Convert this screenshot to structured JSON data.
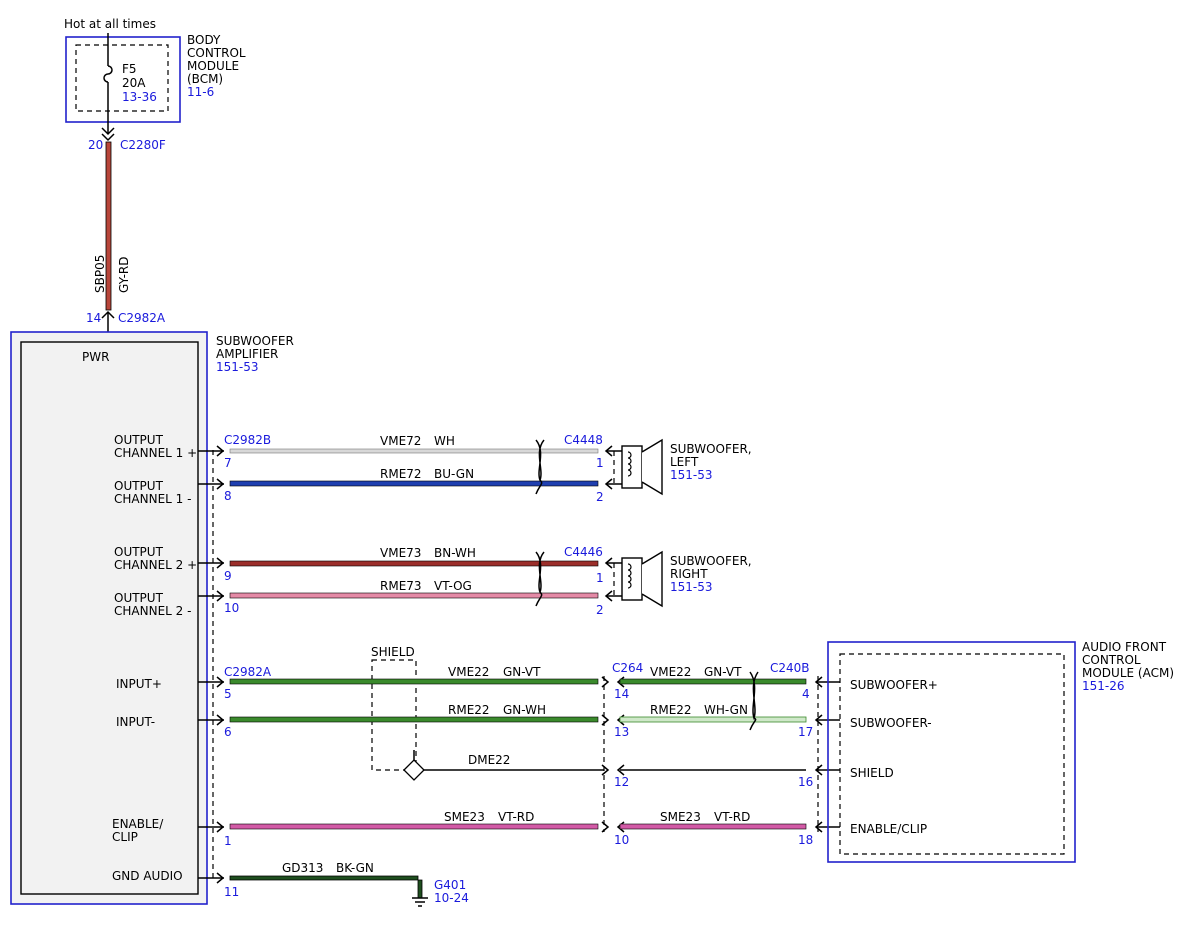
{
  "colors": {
    "connector": "#1a1adc",
    "box_border": "#2222cc",
    "wire_gy_rd": "#b8453a",
    "wire_wh": "#d8d8d8",
    "wire_bu_gn": "#1f3fb0",
    "wire_bn_wh": "#9b2e2a",
    "wire_vt_og": "#e48aa6",
    "wire_gn_vt": "#3a8a2c",
    "wire_gn_wh": "#3a8a2c",
    "wire_wh_gn": "#cfe8c9",
    "wire_bk": "#000000",
    "wire_vt_rd": "#d25aa6",
    "wire_bk_gn": "#1f4f1f"
  },
  "power": {
    "label": "Hot at all times",
    "fuse_name": "F5",
    "fuse_rating": "20A",
    "fuse_ref": "13-36"
  },
  "bcm": {
    "title_lines": [
      "BODY",
      "CONTROL",
      "MODULE",
      "(BCM)"
    ],
    "ref": "11-6"
  },
  "bcm_connector": {
    "pin": "20",
    "name": "C2280F"
  },
  "power_wire": {
    "circuit": "SBP05",
    "color": "GY-RD"
  },
  "amp_power_connector": {
    "pin": "14",
    "name": "C2982A"
  },
  "amplifier": {
    "title_lines": [
      "SUBWOOFER",
      "AMPLIFIER"
    ],
    "ref": "151-53",
    "pwr_label": "PWR",
    "pins": [
      {
        "lines": [
          "OUTPUT",
          "CHANNEL 1 +"
        ]
      },
      {
        "lines": [
          "OUTPUT",
          "CHANNEL 1 -"
        ]
      },
      {
        "lines": [
          "OUTPUT",
          "CHANNEL 2 +"
        ]
      },
      {
        "lines": [
          "OUTPUT",
          "CHANNEL 2 -"
        ]
      },
      {
        "lines": [
          "INPUT+"
        ]
      },
      {
        "lines": [
          "INPUT-"
        ]
      },
      {
        "lines": [
          "ENABLE/",
          "CLIP"
        ]
      },
      {
        "lines": [
          "GND AUDIO"
        ]
      }
    ]
  },
  "left_speaker": {
    "amp_connector": "C2982B",
    "speaker_connector": "C4448",
    "wires": [
      {
        "circuit": "VME72",
        "color": "WH",
        "amp_pin": "7",
        "spk_pin": "1"
      },
      {
        "circuit": "RME72",
        "color": "BU-GN",
        "amp_pin": "8",
        "spk_pin": "2"
      }
    ],
    "title_lines": [
      "SUBWOOFER,",
      "LEFT"
    ],
    "ref": "151-53"
  },
  "right_speaker": {
    "speaker_connector": "C4446",
    "wires": [
      {
        "circuit": "VME73",
        "color": "BN-WH",
        "amp_pin": "9",
        "spk_pin": "1"
      },
      {
        "circuit": "RME73",
        "color": "VT-OG",
        "amp_pin": "10",
        "spk_pin": "2"
      }
    ],
    "title_lines": [
      "SUBWOOFER,",
      "RIGHT"
    ],
    "ref": "151-53"
  },
  "input_section": {
    "amp_connector": "C2982A",
    "inline_connector": "C264",
    "acm_connector": "C240B",
    "shield_label": "SHIELD",
    "rows": [
      {
        "circuit": "VME22",
        "color": "GN-VT",
        "amp_pin": "5",
        "inline_pin": "14",
        "circuit2": "VME22",
        "color2": "GN-VT",
        "acm_pin": "4"
      },
      {
        "circuit": "RME22",
        "color": "GN-WH",
        "amp_pin": "6",
        "inline_pin": "13",
        "circuit2": "RME22",
        "color2": "WH-GN",
        "acm_pin": "17"
      },
      {
        "circuit": "DME22",
        "color": "",
        "amp_pin": "",
        "inline_pin": "12",
        "circuit2": "",
        "color2": "",
        "acm_pin": "16"
      },
      {
        "circuit": "SME23",
        "color": "VT-RD",
        "amp_pin": "1",
        "inline_pin": "10",
        "circuit2": "SME23",
        "color2": "VT-RD",
        "acm_pin": "18"
      }
    ]
  },
  "acm": {
    "title_lines": [
      "AUDIO FRONT",
      "CONTROL",
      "MODULE (ACM)"
    ],
    "ref": "151-26",
    "pins": [
      "SUBWOOFER+",
      "SUBWOOFER-",
      "SHIELD",
      "ENABLE/CLIP"
    ]
  },
  "ground": {
    "circuit": "GD313",
    "color": "BK-GN",
    "amp_pin": "11",
    "name": "G401",
    "ref": "10-24"
  }
}
